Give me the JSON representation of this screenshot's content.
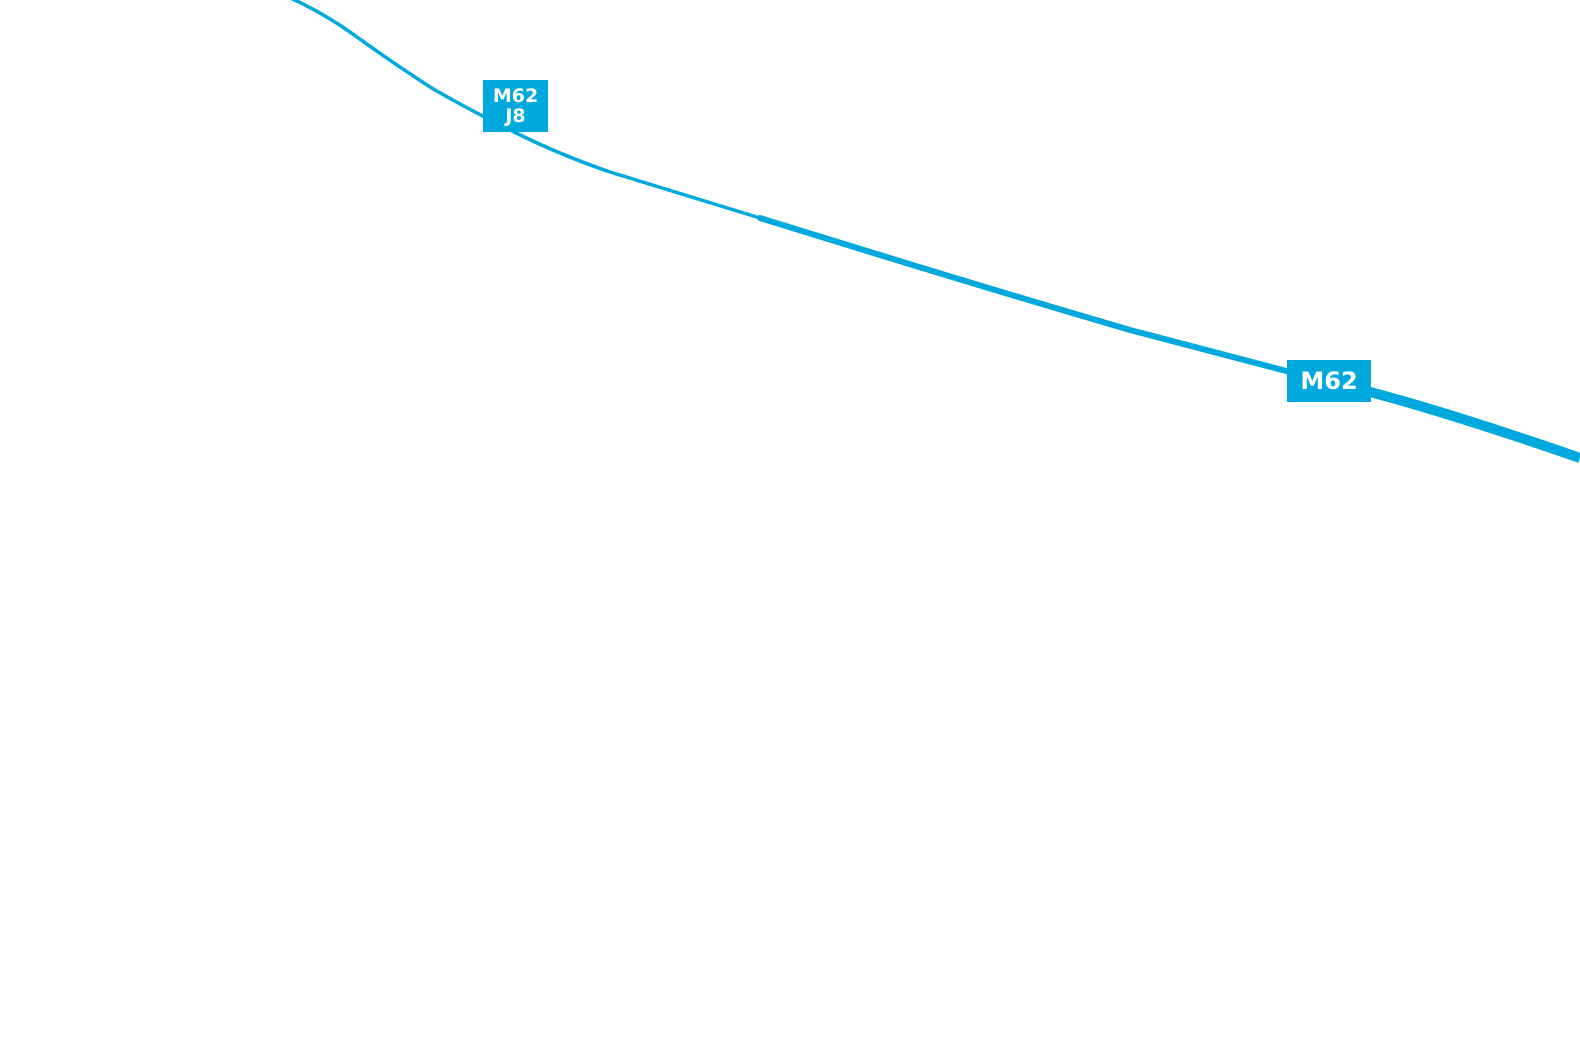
{
  "map": {
    "road_color": "#00a9dd",
    "background": "#ffffff",
    "labels": {
      "junction": {
        "road": "M62",
        "junction": "J8"
      },
      "road": {
        "name": "M62"
      }
    }
  }
}
